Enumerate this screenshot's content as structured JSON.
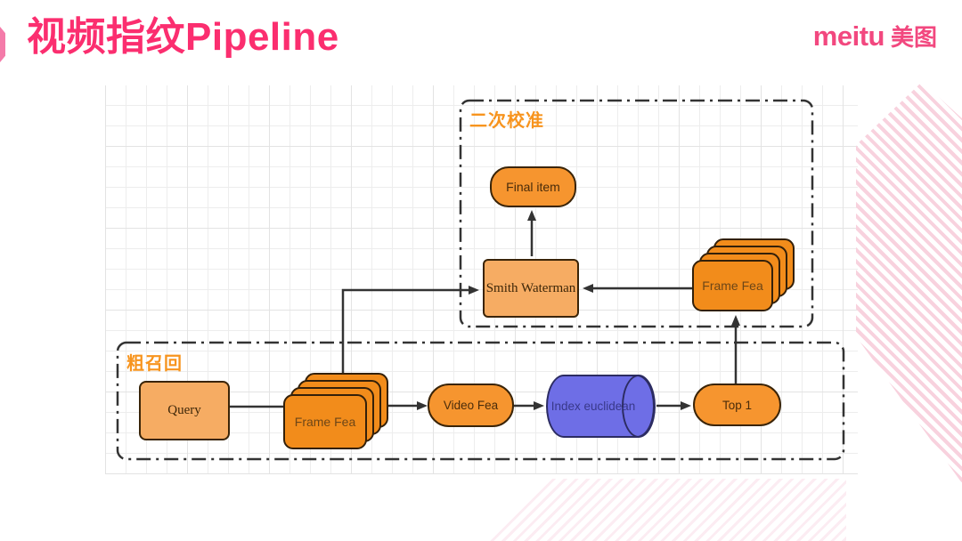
{
  "title": "视频指纹Pipeline",
  "logo": {
    "latin": "meitu",
    "cjk": "美图"
  },
  "colors": {
    "accent_pink": "#FB2E6F",
    "logo_pink": "#F2487F",
    "group_label_orange": "#F7941E",
    "node_orange": "#F28C1B",
    "node_orange_light": "#F6AC63",
    "pill_orange": "#F6952F",
    "cylinder_blue": "#6E6EE6",
    "wire_dark": "#333333",
    "stripe_pink": "#F8D2DE"
  },
  "diagram": {
    "calibration": {
      "label": "二次校准",
      "final_item": "Final item",
      "smith_waterman": "Smith Waterman",
      "frame_fea": "Frame Fea"
    },
    "recall": {
      "label": "粗召回",
      "query": "Query",
      "frame_fea": "Frame Fea",
      "video_fea": "Video Fea",
      "index": "Index euclidean",
      "top1": "Top 1"
    }
  }
}
